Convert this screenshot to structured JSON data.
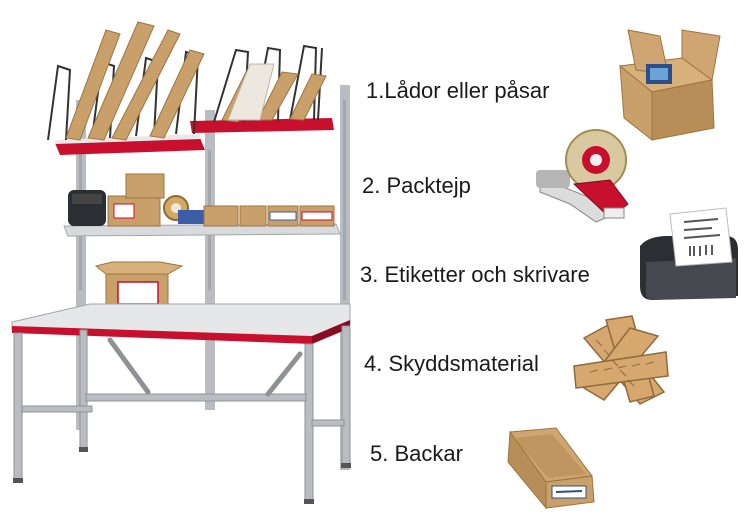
{
  "items": [
    {
      "label": "1.Lådor eller påsar",
      "icon": "cardboard-box-icon"
    },
    {
      "label": "2. Packtejp",
      "icon": "tape-dispenser-icon"
    },
    {
      "label": "3. Etiketter och skrivare",
      "icon": "label-printer-icon"
    },
    {
      "label": "4. Skyddsmaterial",
      "icon": "paper-padding-icon"
    },
    {
      "label": "5. Backar",
      "icon": "storage-bin-icon"
    }
  ],
  "colors": {
    "frame": "#b9bcc0",
    "shelf_accent": "#c8102e",
    "tabletop": "#e6e7e9",
    "cardboard": "#c9a06a",
    "text": "#1a1a1a"
  }
}
